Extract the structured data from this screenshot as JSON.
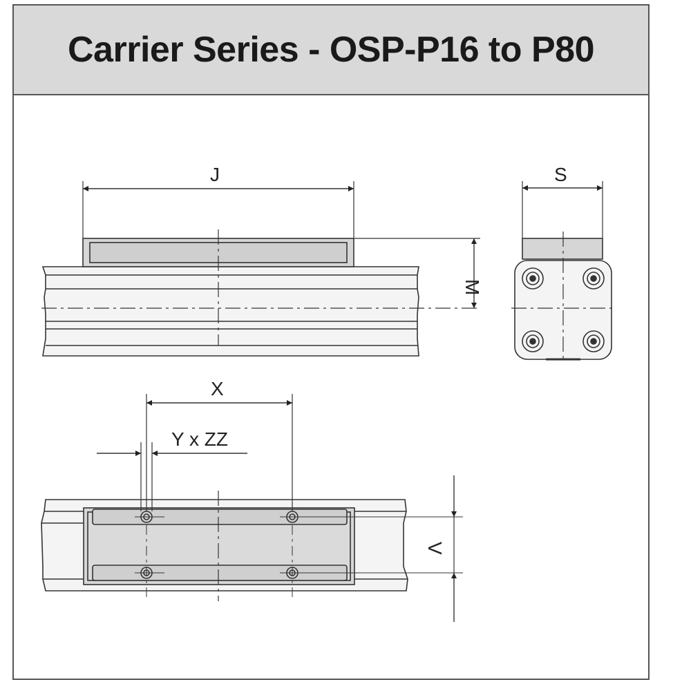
{
  "title": "Carrier Series - OSP-P16 to P80",
  "labels": {
    "J": "J",
    "M": "M",
    "S": "S",
    "X": "X",
    "YxZZ": "Y x ZZ",
    "V": "V"
  },
  "colors": {
    "header_bg": "#d9d9d9",
    "line": "#333333",
    "part_fill": "#d6d6d6",
    "border": "#555555"
  }
}
